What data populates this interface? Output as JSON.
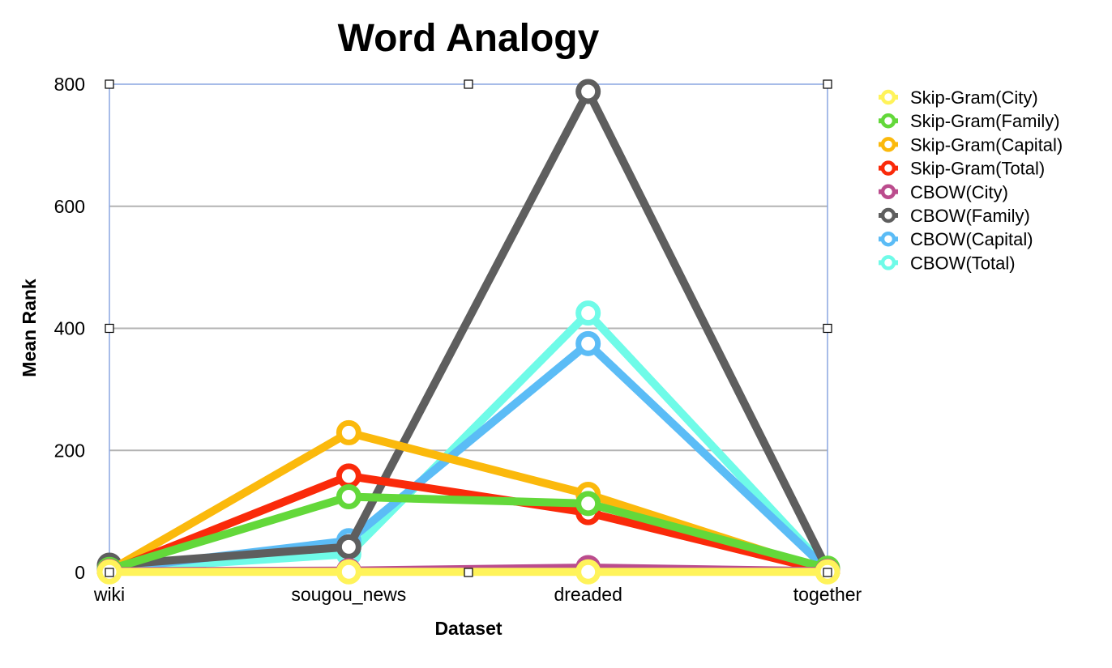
{
  "chart_data": {
    "type": "line",
    "title": "Word Analogy",
    "xlabel": "Dataset",
    "ylabel": "Mean Rank",
    "categories": [
      "wiki",
      "sougou_news",
      "dreaded",
      "together"
    ],
    "ylim": [
      0,
      800
    ],
    "yticks": [
      0,
      200,
      400,
      600,
      800
    ],
    "grid": true,
    "legend_position": "right",
    "series": [
      {
        "name": "CBOW(Total)",
        "color": "#6ffbe8",
        "values": [
          5,
          30,
          425,
          5
        ]
      },
      {
        "name": "CBOW(Capital)",
        "color": "#5bbcf6",
        "values": [
          5,
          52,
          375,
          4
        ]
      },
      {
        "name": "CBOW(Family)",
        "color": "#5e5e5e",
        "values": [
          12,
          42,
          788,
          5
        ]
      },
      {
        "name": "Skip-Gram(Capital)",
        "color": "#fbb90c",
        "values": [
          3,
          229,
          128,
          2
        ]
      },
      {
        "name": "Skip-Gram(Total)",
        "color": "#fa2a0a",
        "values": [
          2,
          158,
          98,
          2
        ]
      },
      {
        "name": "Skip-Gram(Family)",
        "color": "#63d83a",
        "values": [
          5,
          124,
          113,
          7
        ]
      },
      {
        "name": "CBOW(City)",
        "color": "#bb4c8d",
        "values": [
          2,
          3,
          8,
          2
        ]
      },
      {
        "name": "Skip-Gram(City)",
        "color": "#fff35a",
        "values": [
          1,
          1,
          1,
          1
        ]
      }
    ],
    "legend_order": [
      "Skip-Gram(City)",
      "Skip-Gram(Family)",
      "Skip-Gram(Capital)",
      "Skip-Gram(Total)",
      "CBOW(City)",
      "CBOW(Family)",
      "CBOW(Capital)",
      "CBOW(Total)"
    ]
  }
}
